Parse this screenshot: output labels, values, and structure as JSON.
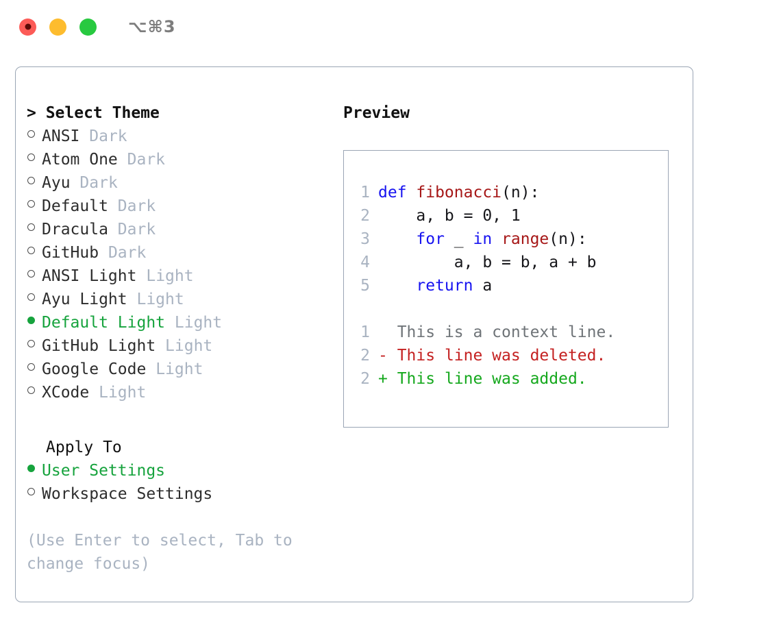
{
  "titlebar": {
    "shortcut": "⌥⌘3",
    "lights": [
      "close",
      "minimize",
      "zoom"
    ]
  },
  "left": {
    "header": "> Select Theme",
    "themes": [
      {
        "name": "ANSI",
        "kind": "Dark",
        "selected": false
      },
      {
        "name": "Atom One",
        "kind": "Dark",
        "selected": false
      },
      {
        "name": "Ayu",
        "kind": "Dark",
        "selected": false
      },
      {
        "name": "Default",
        "kind": "Dark",
        "selected": false
      },
      {
        "name": "Dracula",
        "kind": "Dark",
        "selected": false
      },
      {
        "name": "GitHub",
        "kind": "Dark",
        "selected": false
      },
      {
        "name": "ANSI Light",
        "kind": "Light",
        "selected": false
      },
      {
        "name": "Ayu Light",
        "kind": "Light",
        "selected": false
      },
      {
        "name": "Default Light",
        "kind": "Light",
        "selected": true
      },
      {
        "name": "GitHub Light",
        "kind": "Light",
        "selected": false
      },
      {
        "name": "Google Code",
        "kind": "Light",
        "selected": false
      },
      {
        "name": "XCode",
        "kind": "Light",
        "selected": false
      }
    ],
    "apply_to": {
      "title": "Apply To",
      "options": [
        {
          "label": "User Settings",
          "selected": true
        },
        {
          "label": "Workspace Settings",
          "selected": false
        }
      ]
    },
    "hint": "(Use Enter to select, Tab to change focus)"
  },
  "right": {
    "header": "Preview",
    "code_lines": [
      {
        "no": "1",
        "segments": [
          {
            "text": "def ",
            "type": "kw"
          },
          {
            "text": "fibonacci",
            "type": "fn"
          },
          {
            "text": "(n):",
            "type": "txt"
          }
        ]
      },
      {
        "no": "2",
        "segments": [
          {
            "text": "    a, b = 0, 1",
            "type": "txt"
          }
        ]
      },
      {
        "no": "3",
        "segments": [
          {
            "text": "    ",
            "type": "txt"
          },
          {
            "text": "for",
            "type": "kw"
          },
          {
            "text": " _ ",
            "type": "txt"
          },
          {
            "text": "in",
            "type": "kw"
          },
          {
            "text": " ",
            "type": "txt"
          },
          {
            "text": "range",
            "type": "fn"
          },
          {
            "text": "(n):",
            "type": "txt"
          }
        ]
      },
      {
        "no": "4",
        "segments": [
          {
            "text": "        a, b = b, a + b",
            "type": "txt"
          }
        ]
      },
      {
        "no": "5",
        "segments": [
          {
            "text": "    ",
            "type": "txt"
          },
          {
            "text": "return",
            "type": "kw"
          },
          {
            "text": " a",
            "type": "txt"
          }
        ]
      }
    ],
    "diff_lines": [
      {
        "no": "1",
        "marker": " ",
        "text": " This is a context line.",
        "type": "ctx"
      },
      {
        "no": "2",
        "marker": "-",
        "text": " This line was deleted.",
        "type": "del"
      },
      {
        "no": "2",
        "marker": "+",
        "text": " This line was added.",
        "type": "add"
      }
    ]
  },
  "colors": {
    "accent_green": "#16a33d",
    "muted": "#a9b3c1",
    "keyword_blue": "#1713f0",
    "function_red": "#a61717",
    "diff_delete": "#c42121",
    "diff_add": "#15a81d",
    "border": "#9aa5b4"
  }
}
